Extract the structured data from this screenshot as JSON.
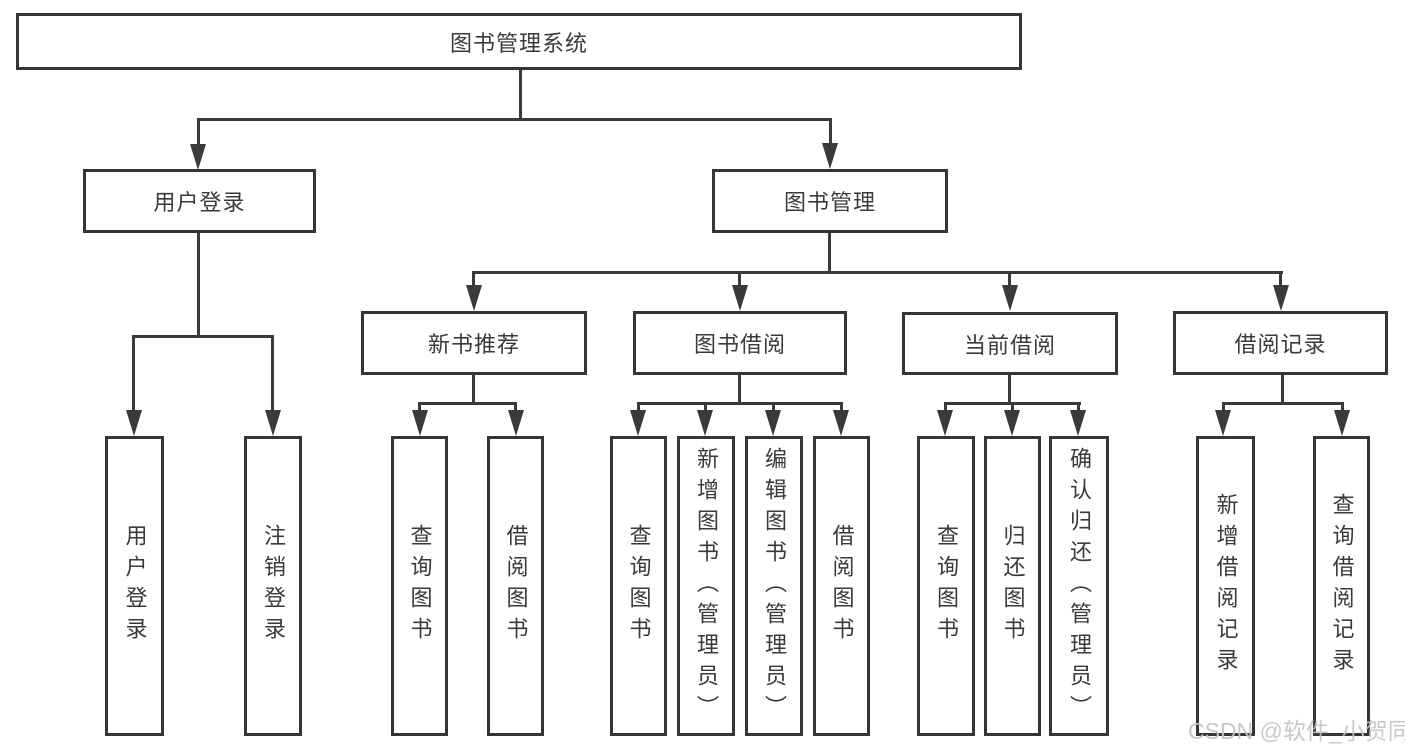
{
  "root": {
    "label": "图书管理系统"
  },
  "level2": {
    "user_login": {
      "label": "用户登录"
    },
    "book_mgmt": {
      "label": "图书管理"
    }
  },
  "level3": {
    "new_book": {
      "label": "新书推荐"
    },
    "borrow": {
      "label": "图书借阅"
    },
    "current": {
      "label": "当前借阅"
    },
    "records": {
      "label": "借阅记录"
    }
  },
  "leaves": {
    "login": {
      "label": "用户登录"
    },
    "logout": {
      "label": "注销登录"
    },
    "nb_query": {
      "label": "查询图书"
    },
    "nb_borrow": {
      "label": "借阅图书"
    },
    "bb_query": {
      "label": "查询图书"
    },
    "bb_add": {
      "label": "新增图书（管理员）"
    },
    "bb_edit": {
      "label": "编辑图书（管理员）"
    },
    "bb_borrow": {
      "label": "借阅图书"
    },
    "cb_query": {
      "label": "查询图书"
    },
    "cb_return": {
      "label": "归还图书"
    },
    "cb_confirm": {
      "label": "确认归还（管理员）"
    },
    "br_add": {
      "label": "新增借阅记录"
    },
    "br_query": {
      "label": "查询借阅记录"
    }
  },
  "watermark": {
    "text": "CSDN @软件_小贺同学"
  },
  "colors": {
    "line": "#3a3a3a",
    "background": "#ffffff",
    "watermark": "#c4c4c4"
  }
}
